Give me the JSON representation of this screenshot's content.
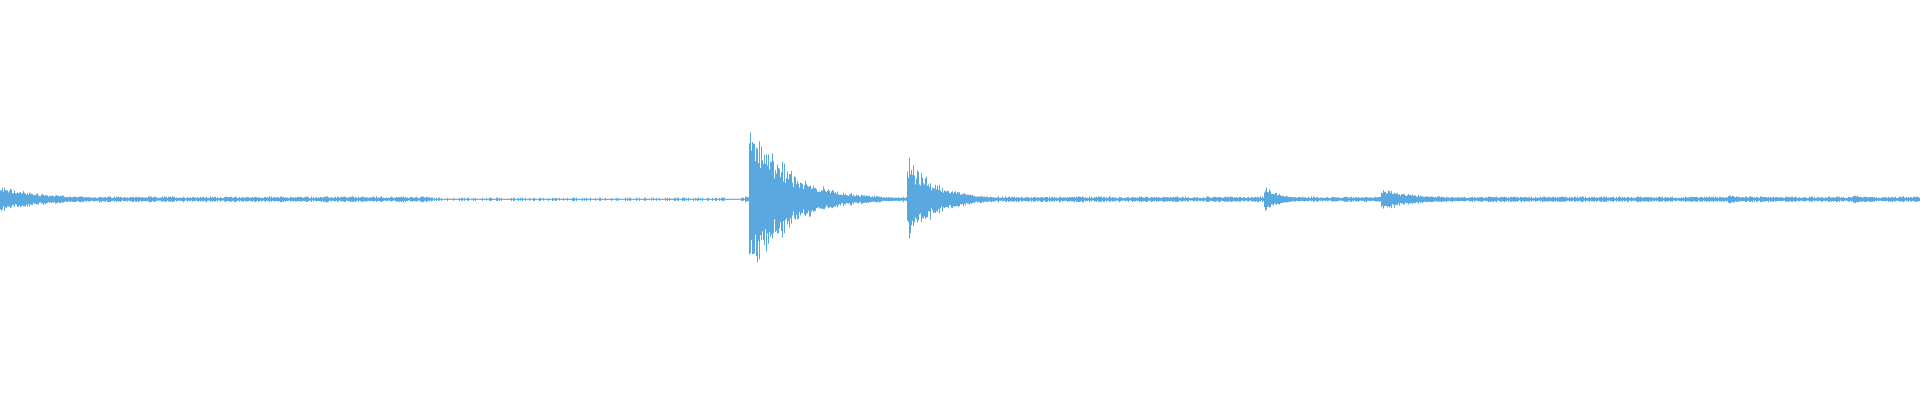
{
  "waveform": {
    "color": "#5aa8e0",
    "background": "#ffffff",
    "transients": [
      {
        "position": 0.0,
        "amplitude": 0.07,
        "decay": 0.025
      },
      {
        "position": 0.39,
        "amplitude": 0.46,
        "decay": 0.02
      },
      {
        "position": 0.472,
        "amplitude": 0.25,
        "decay": 0.015
      },
      {
        "position": 0.658,
        "amplitude": 0.07,
        "decay": 0.01
      },
      {
        "position": 0.719,
        "amplitude": 0.06,
        "decay": 0.02
      },
      {
        "position": 0.9,
        "amplitude": 0.025,
        "decay": 0.01
      },
      {
        "position": 0.965,
        "amplitude": 0.025,
        "decay": 0.01
      }
    ],
    "quiet_ranges": [
      {
        "from": 0.225,
        "to": 0.388
      },
      {
        "from": 0.405,
        "to": 0.47
      }
    ],
    "noise_floor": 0.012
  }
}
